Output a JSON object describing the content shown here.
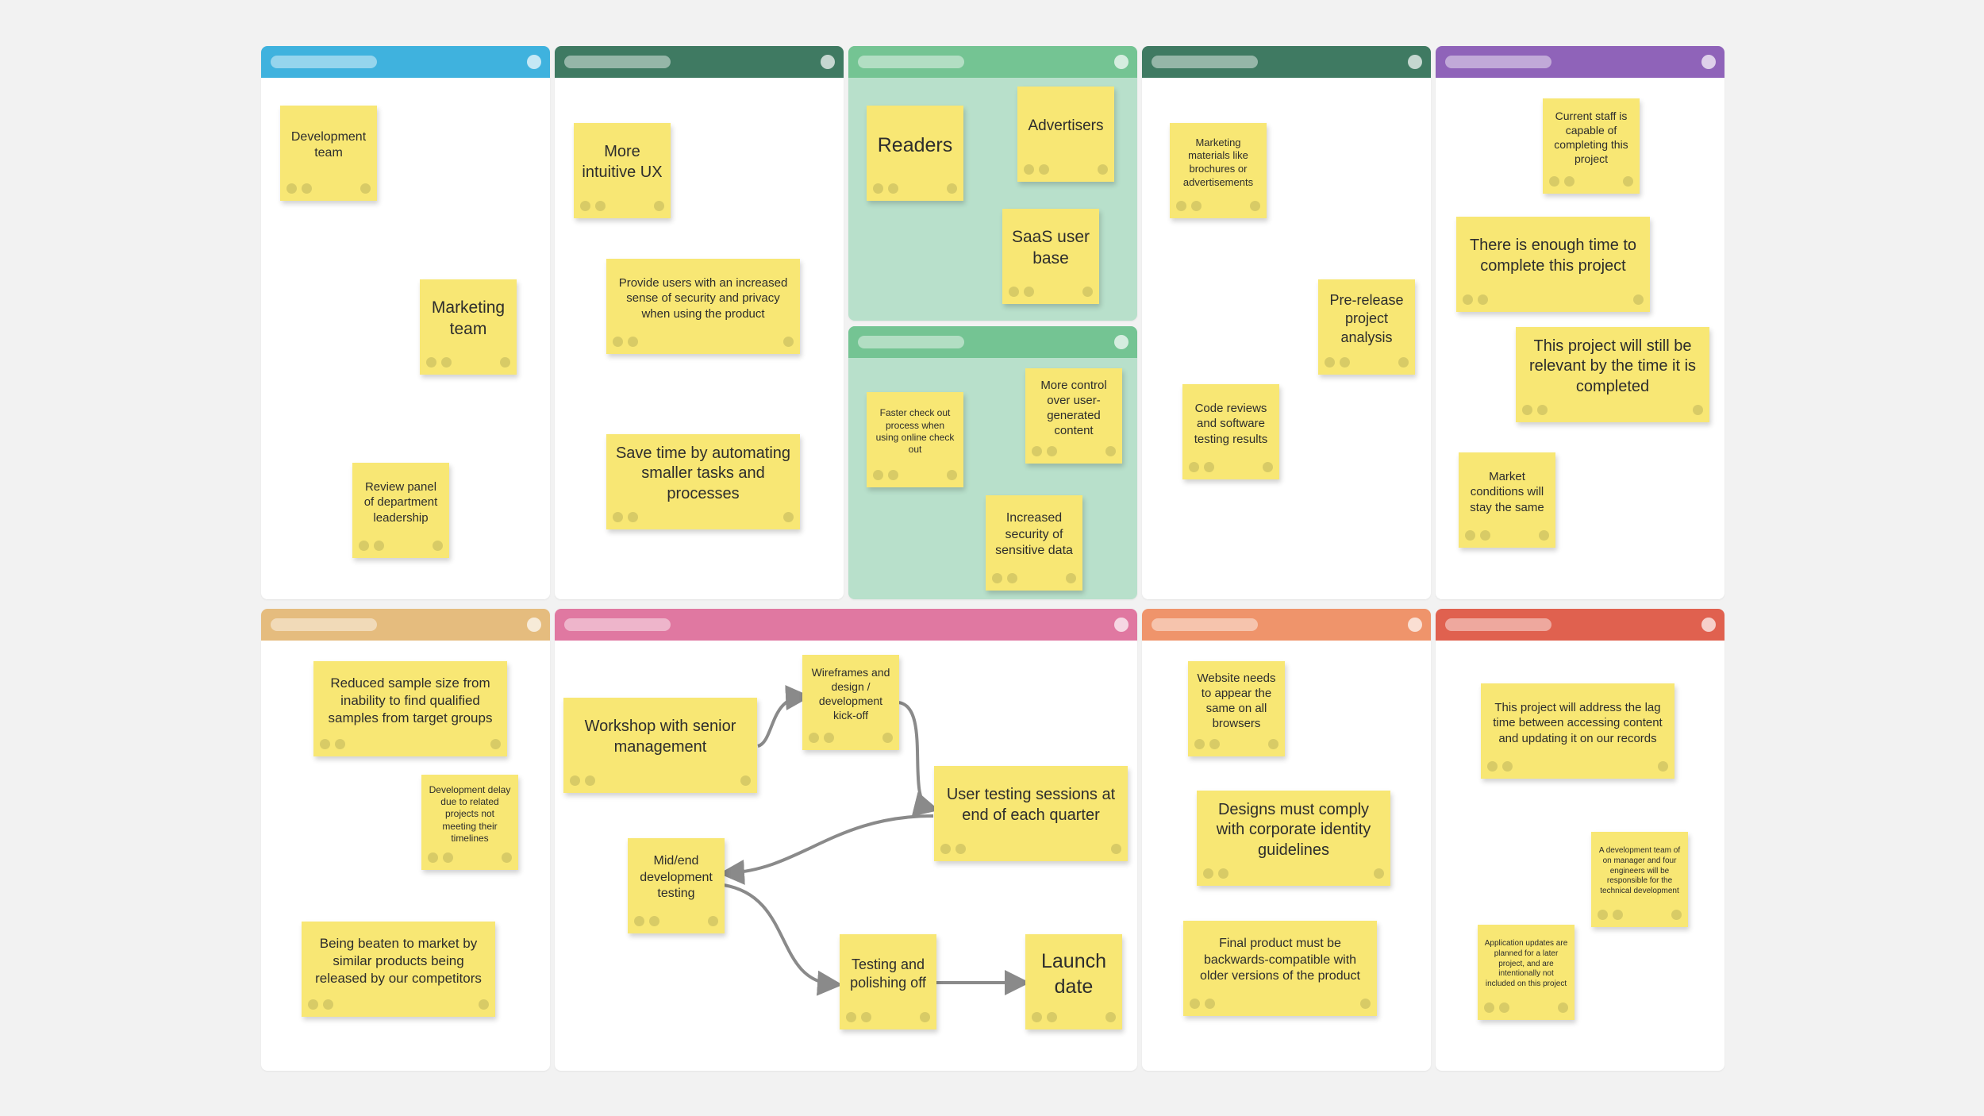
{
  "colors": {
    "frame_blue": "#3fb2de",
    "frame_dark_green": "#3f7a62",
    "frame_light_green": "#74c493",
    "frame_purple": "#8f63b9",
    "frame_sand": "#e5bc7e",
    "frame_pink": "#e078a1",
    "frame_coral": "#ef946b",
    "frame_red": "#e0614f",
    "sticky_note": "#f8e774",
    "canvas_background": "#f2f2f2"
  },
  "frames": [
    {
      "id": "frame-1",
      "color": "#3fb2de"
    },
    {
      "id": "frame-2",
      "color": "#3f7a62"
    },
    {
      "id": "frame-3",
      "color": "#74c493"
    },
    {
      "id": "frame-4",
      "color": "#74c493"
    },
    {
      "id": "frame-5",
      "color": "#3f7a62"
    },
    {
      "id": "frame-6",
      "color": "#8f63b9"
    },
    {
      "id": "frame-7",
      "color": "#e5bc7e"
    },
    {
      "id": "frame-8",
      "color": "#e078a1"
    },
    {
      "id": "frame-9",
      "color": "#ef946b"
    },
    {
      "id": "frame-10",
      "color": "#e0614f"
    }
  ],
  "notes": {
    "stakeholders": {
      "development_team": "Development team",
      "marketing_team": "Marketing team",
      "review_panel": "Review panel of department leadership"
    },
    "benefits": {
      "intuitive_ux": "More intuitive UX",
      "security_privacy": "Provide users with an increased sense of security and privacy when using the product",
      "save_time": "Save time by automating smaller tasks and processes"
    },
    "audience": {
      "readers": "Readers",
      "advertisers": "Advertisers",
      "saas_user_base": "SaaS user base"
    },
    "features": {
      "faster_checkout": "Faster check out process when using online check out",
      "more_control": "More control over user-generated content",
      "increased_security": "Increased security of sensitive data"
    },
    "deliverables": {
      "marketing_materials": "Marketing materials like brochures or advertisements",
      "pre_release_analysis": "Pre-release project analysis",
      "code_reviews": "Code reviews and software testing results"
    },
    "assumptions": {
      "current_staff": "Current staff is capable of completing this project",
      "enough_time": "There is enough time to complete this project",
      "still_relevant": "This project will still be relevant by the time it is completed",
      "market_conditions": "Market conditions will stay the same"
    },
    "risks": {
      "reduced_sample": "Reduced sample size from inability to find qualified samples from target groups",
      "development_delay": "Development delay due to related projects not meeting their timelines",
      "beaten_to_market": "Being beaten to market by similar products being released by our competitors"
    },
    "timeline": {
      "workshop": "Workshop with senior management",
      "wireframes": "Wireframes and design / development kick-off",
      "user_testing": "User testing sessions at end of each quarter",
      "mid_end_testing": "Mid/end development testing",
      "testing_polishing": "Testing and polishing off",
      "launch_date": "Launch date"
    },
    "requirements": {
      "website_browsers": "Website needs to appear the same on all browsers",
      "corporate_identity": "Designs must comply with corporate identity guidelines",
      "backwards_compatible": "Final product must be backwards-compatible with older versions of the product"
    },
    "scope": {
      "lag_time": "This project will address the lag time between accessing content and updating it on our records",
      "development_team_info": "A development team of on manager and four engineers will be responsible for the technical development",
      "application_updates": "Application updates are planned for a later project, and are intentionally not included on this project"
    }
  }
}
